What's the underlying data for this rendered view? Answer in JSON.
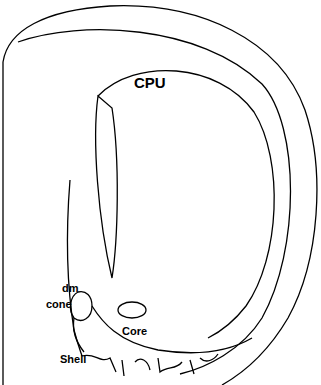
{
  "diagram": {
    "labels": [
      "CPU",
      "dm",
      "cone",
      "Core",
      "Shell"
    ]
  }
}
